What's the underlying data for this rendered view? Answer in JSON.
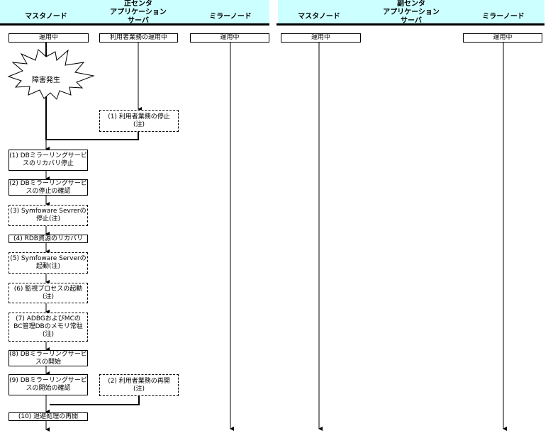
{
  "header": {
    "primary_center": {
      "master": "マスタノード",
      "app_title": [
        "正センタ",
        "アプリケーション",
        "サーバ"
      ],
      "mirror": "ミラーノード"
    },
    "secondary_center": {
      "master": "マスタノード",
      "app_title": [
        "副センタ",
        "アプリケーション",
        "サーバ"
      ],
      "mirror": "ミラーノード"
    }
  },
  "status": {
    "primary_master": "運用中",
    "primary_app": "利用者業務の運用中",
    "primary_mirror": "運用中",
    "secondary_master": "運用中",
    "secondary_mirror": "運用中"
  },
  "event": "障害発生",
  "app_steps": [
    "(1) 利用者業務の停止\n(注)",
    "(2) 利用者業務の再開\n(注)"
  ],
  "steps": [
    {
      "label": "(1) DBミラーリングサービ\nスのリカバリ停止",
      "style": "solid"
    },
    {
      "label": "(2) DBミラーリングサービ\nスの停止の確認",
      "style": "solid"
    },
    {
      "label": "(3) Symfoware Sevrerの\n停止(注)",
      "style": "dashed"
    },
    {
      "label": "(4) RDB資源のリカバリ",
      "style": "solid"
    },
    {
      "label": "(5) Symfoware Serverの\n起動(注)",
      "style": "dashed"
    },
    {
      "label": "(6) 監視プロセスの起動\n(注)",
      "style": "dashed"
    },
    {
      "label": "(7) ADBGおよびMCの\nBC管理DBのメモリ常駐\n(注)",
      "style": "dashed"
    },
    {
      "label": "(8) DBミラーリングサービ\nスの開始",
      "style": "solid"
    },
    {
      "label": "(9) DBミラーリングサービ\nスの開始の確認",
      "style": "solid"
    },
    {
      "label": "(10) 退避処理の再開",
      "style": "solid"
    }
  ]
}
